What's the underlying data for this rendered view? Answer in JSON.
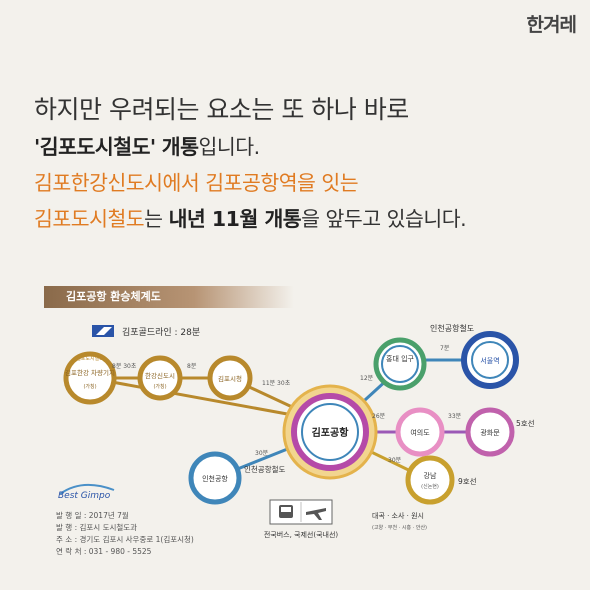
{
  "brand": "한겨레",
  "headline": {
    "line1": "하지만 우려되는 요소는 또 하나 바로",
    "line2_quote": "'김포도시철도'",
    "line2_bold": "개통",
    "line2_rest": "입니다.",
    "line3": "김포한강신도시에서 김포공항역을 잇는",
    "line4_orange": "김포도시철도",
    "line4_mid": "는 ",
    "line4_bold": "내년 11월 개통",
    "line4_rest": "을 앞두고 있습니다."
  },
  "diagram": {
    "title": "김포공항 환승체계도",
    "gold_line_label": "김포골드라인 : 28분",
    "stations": {
      "gimpo_depot_top": "김포도시철도",
      "gimpo_depot": "김포한강 차량기지",
      "gimpo_depot_sub": "(가칭)",
      "hangang": "한강신도시",
      "hangang_sub": "(가칭)",
      "gimpo_cityhall": "김포시청",
      "gimpo_airport": "김포공항",
      "hongdae": "홍대 입구",
      "seoul": "서울역",
      "yeouido": "여의도",
      "gwanghwamun": "광화문",
      "gangnam": "강남",
      "gangnam_sub": "(신논현)",
      "incheon_airport": "인천공항"
    },
    "times": {
      "t1": "8분 30초",
      "t2": "8분",
      "t3": "11분 30초",
      "t4": "12분",
      "t5": "7분",
      "t6": "26분",
      "t7": "33분",
      "t8": "30분",
      "t9": "30분"
    },
    "lines": {
      "airport_rail": "인천공항철도",
      "airport_rail_lower": "인천공항철도",
      "line5": "5호선",
      "line9": "9호선",
      "daegok": "대곡 · 소사 · 원시",
      "daegok_sub": "(고양 · 부천 · 시흥 · 안산)",
      "bus_air": "전국버스, 국제선(국내선)"
    },
    "colors": {
      "gold": "#b8892c",
      "airport_rail": "#3f86b9",
      "line5": "#9b59b6",
      "line9": "#c8a02e",
      "seoul_blue": "#2a54a8"
    }
  },
  "info": {
    "logo": "Best Gimpo",
    "date": "발 행 일 : 2017년 7월",
    "publisher": "발    행 : 김포시 도시철도과",
    "address": "주    소 : 경기도 김포시 사우중로 1(김포시청)",
    "phone": "연 락 처 : 031 - 980 - 5525"
  }
}
